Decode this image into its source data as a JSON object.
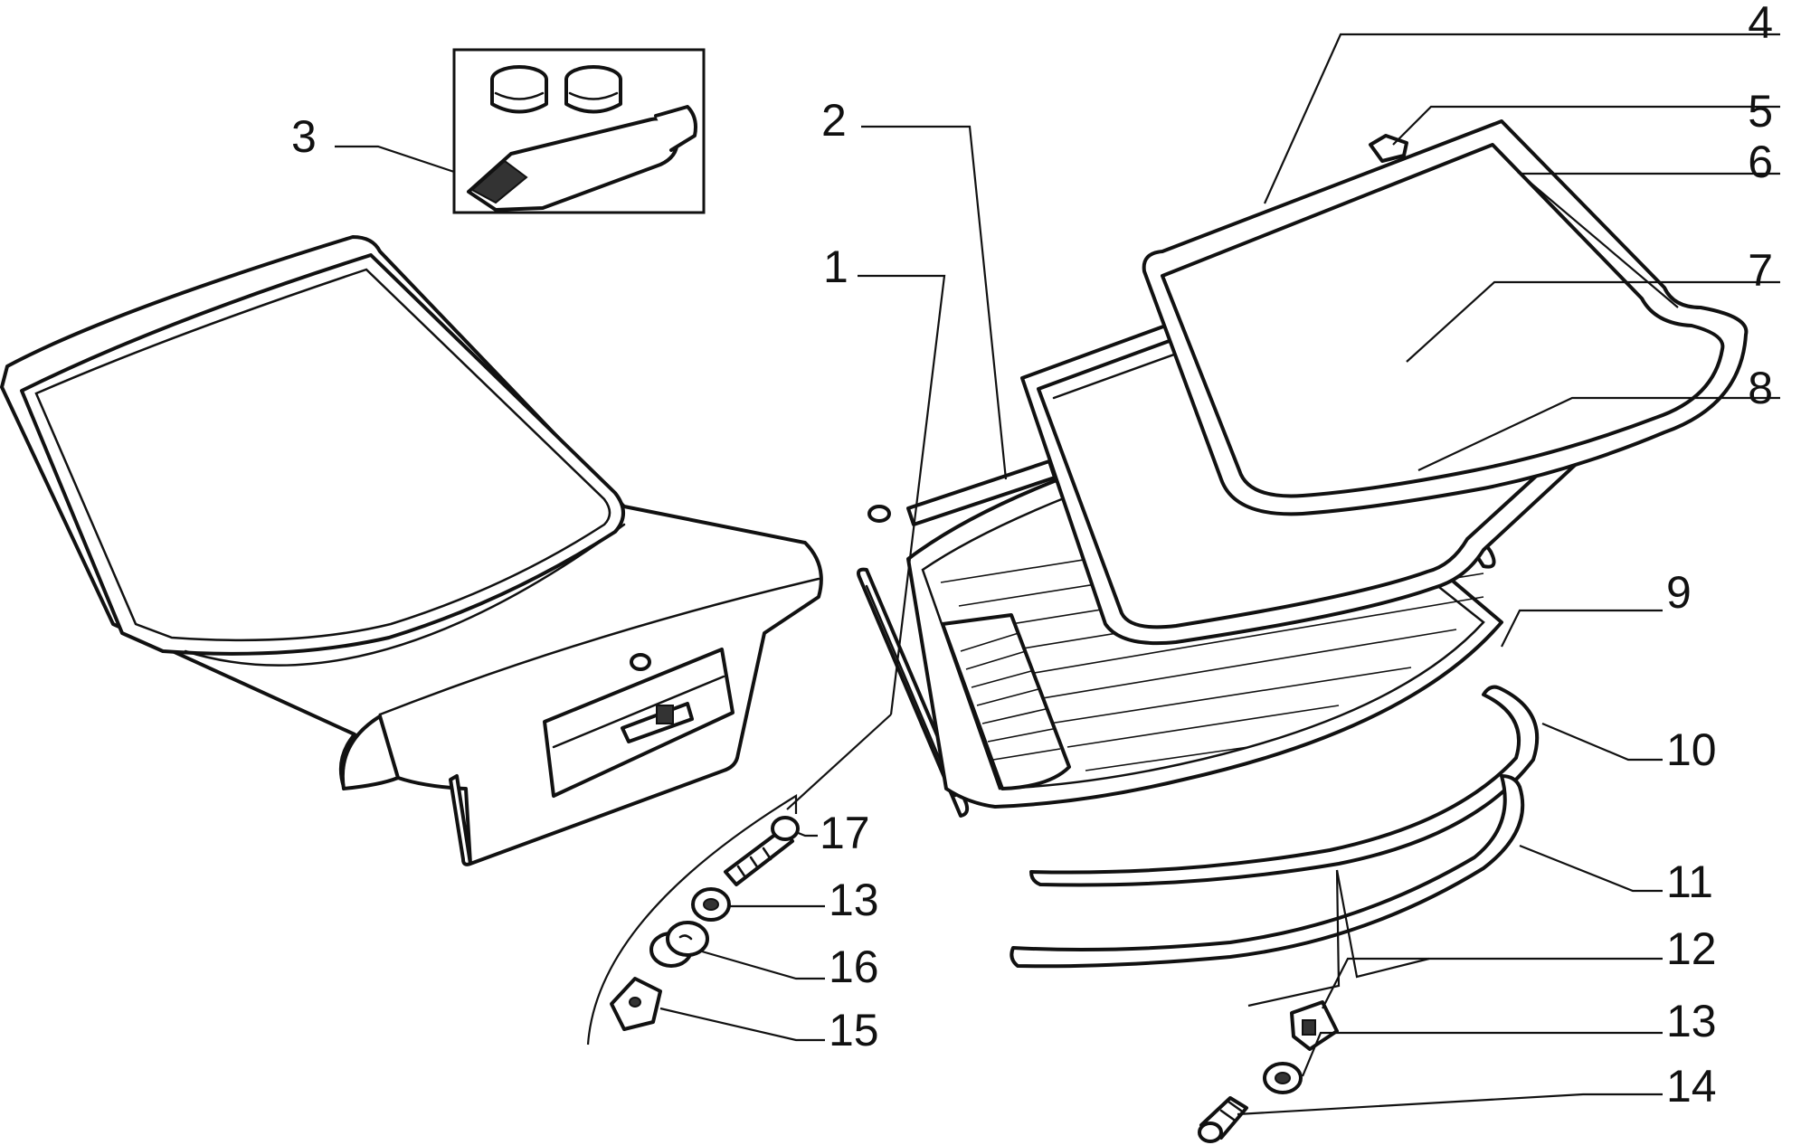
{
  "colors": {
    "line": "#111111",
    "paper": "#ffffff",
    "shade": "#333333"
  },
  "callouts": [
    "1",
    "2",
    "3",
    "4",
    "5",
    "6",
    "7",
    "8",
    "9",
    "10",
    "11",
    "12",
    "13",
    "13",
    "14",
    "15",
    "16",
    "17"
  ]
}
